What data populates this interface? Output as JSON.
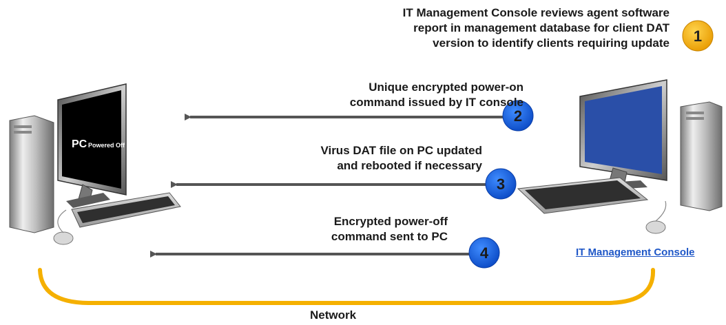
{
  "steps": [
    {
      "number": "1",
      "lines": [
        "IT Management Console reviews agent software",
        "report in management database for client DAT",
        "version to identify clients requiring update"
      ],
      "badge_color": "#f5a800"
    },
    {
      "number": "2",
      "lines": [
        "Unique encrypted power-on",
        "command issued by IT console"
      ],
      "badge_color": "#1565e6"
    },
    {
      "number": "3",
      "lines": [
        "Virus DAT file on PC updated",
        "and rebooted if necessary"
      ],
      "badge_color": "#1565e6"
    },
    {
      "number": "4",
      "lines": [
        "Encrypted power-off",
        "command sent to PC"
      ],
      "badge_color": "#1565e6"
    }
  ],
  "client_pc": {
    "screen_text_main": "PC",
    "screen_text_sub": "Powered Off"
  },
  "console": {
    "label": "IT Management Console"
  },
  "network": {
    "label": "Network"
  },
  "colors": {
    "arrow": "#555555",
    "network_line": "#f5b000",
    "console_screen": "#2a4fa8",
    "pc_screen": "#000000",
    "link": "#1f57c7"
  }
}
